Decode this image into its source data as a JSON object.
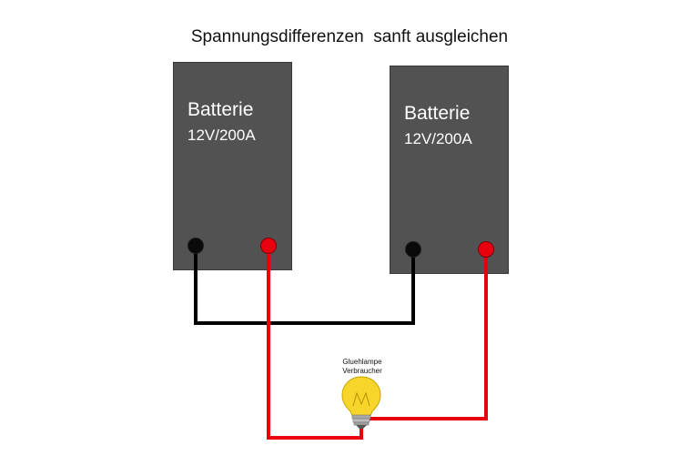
{
  "title": "Spannungsdifferenzen  sanft ausgleichen",
  "batteries": [
    {
      "name": "Batterie",
      "spec": "12V/200A"
    },
    {
      "name": "Batterie",
      "spec": "12V/200A"
    }
  ],
  "lamp": {
    "label_line1": "Gluehlampe",
    "label_line2": "Verbraucher"
  },
  "colors": {
    "battery_body": "#525252",
    "negative_wire": "#000000",
    "positive_wire": "#e8000e",
    "bulb_glass": "#f7d52a"
  }
}
